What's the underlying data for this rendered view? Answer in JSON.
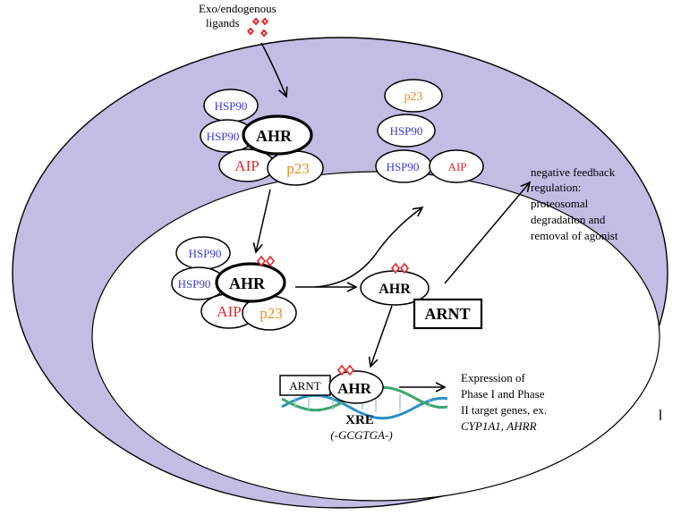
{
  "ligand_label_line1": "Exo/endogenous",
  "ligand_label_line2": "ligands",
  "complex_cytoplasm": {
    "hsp90_top": "HSP90",
    "hsp90_left": "HSP90",
    "ahr": "AHR",
    "aip": "AIP",
    "p23": "p23"
  },
  "complex_released": {
    "p23": "p23",
    "hsp90_mid": "HSP90",
    "hsp90_bottom": "HSP90",
    "aip": "AIP"
  },
  "complex_nucleus": {
    "hsp90_top": "HSP90",
    "hsp90_left": "HSP90",
    "ahr": "AHR",
    "aip": "AIP",
    "p23": "p23"
  },
  "ahr_free": "AHR",
  "arnt_partner": "ARNT",
  "dna_complex": {
    "arnt": "ARNT",
    "ahr": "AHR",
    "xre": "XRE",
    "motif": "(-GCGTGA-)"
  },
  "feedback": {
    "line1": "negative feedback",
    "line2": "regulation:",
    "line3": "proteosomal",
    "line4": "degradation and",
    "line5": "removal of agonist"
  },
  "expression": {
    "line1": "Expression of",
    "line2": "Phase I and Phase",
    "line3": "II target genes, ex.",
    "gene1": "CYP1A1",
    "separator": ", ",
    "gene2": "AHRR"
  },
  "colors": {
    "cytoplasm": "#c2bde3",
    "nucleus": "#ffffff",
    "ligand": "#e8262a",
    "hsp90_text": "#3a3ad6",
    "aip_text": "#e8262a",
    "p23_text": "#f08a1c"
  }
}
